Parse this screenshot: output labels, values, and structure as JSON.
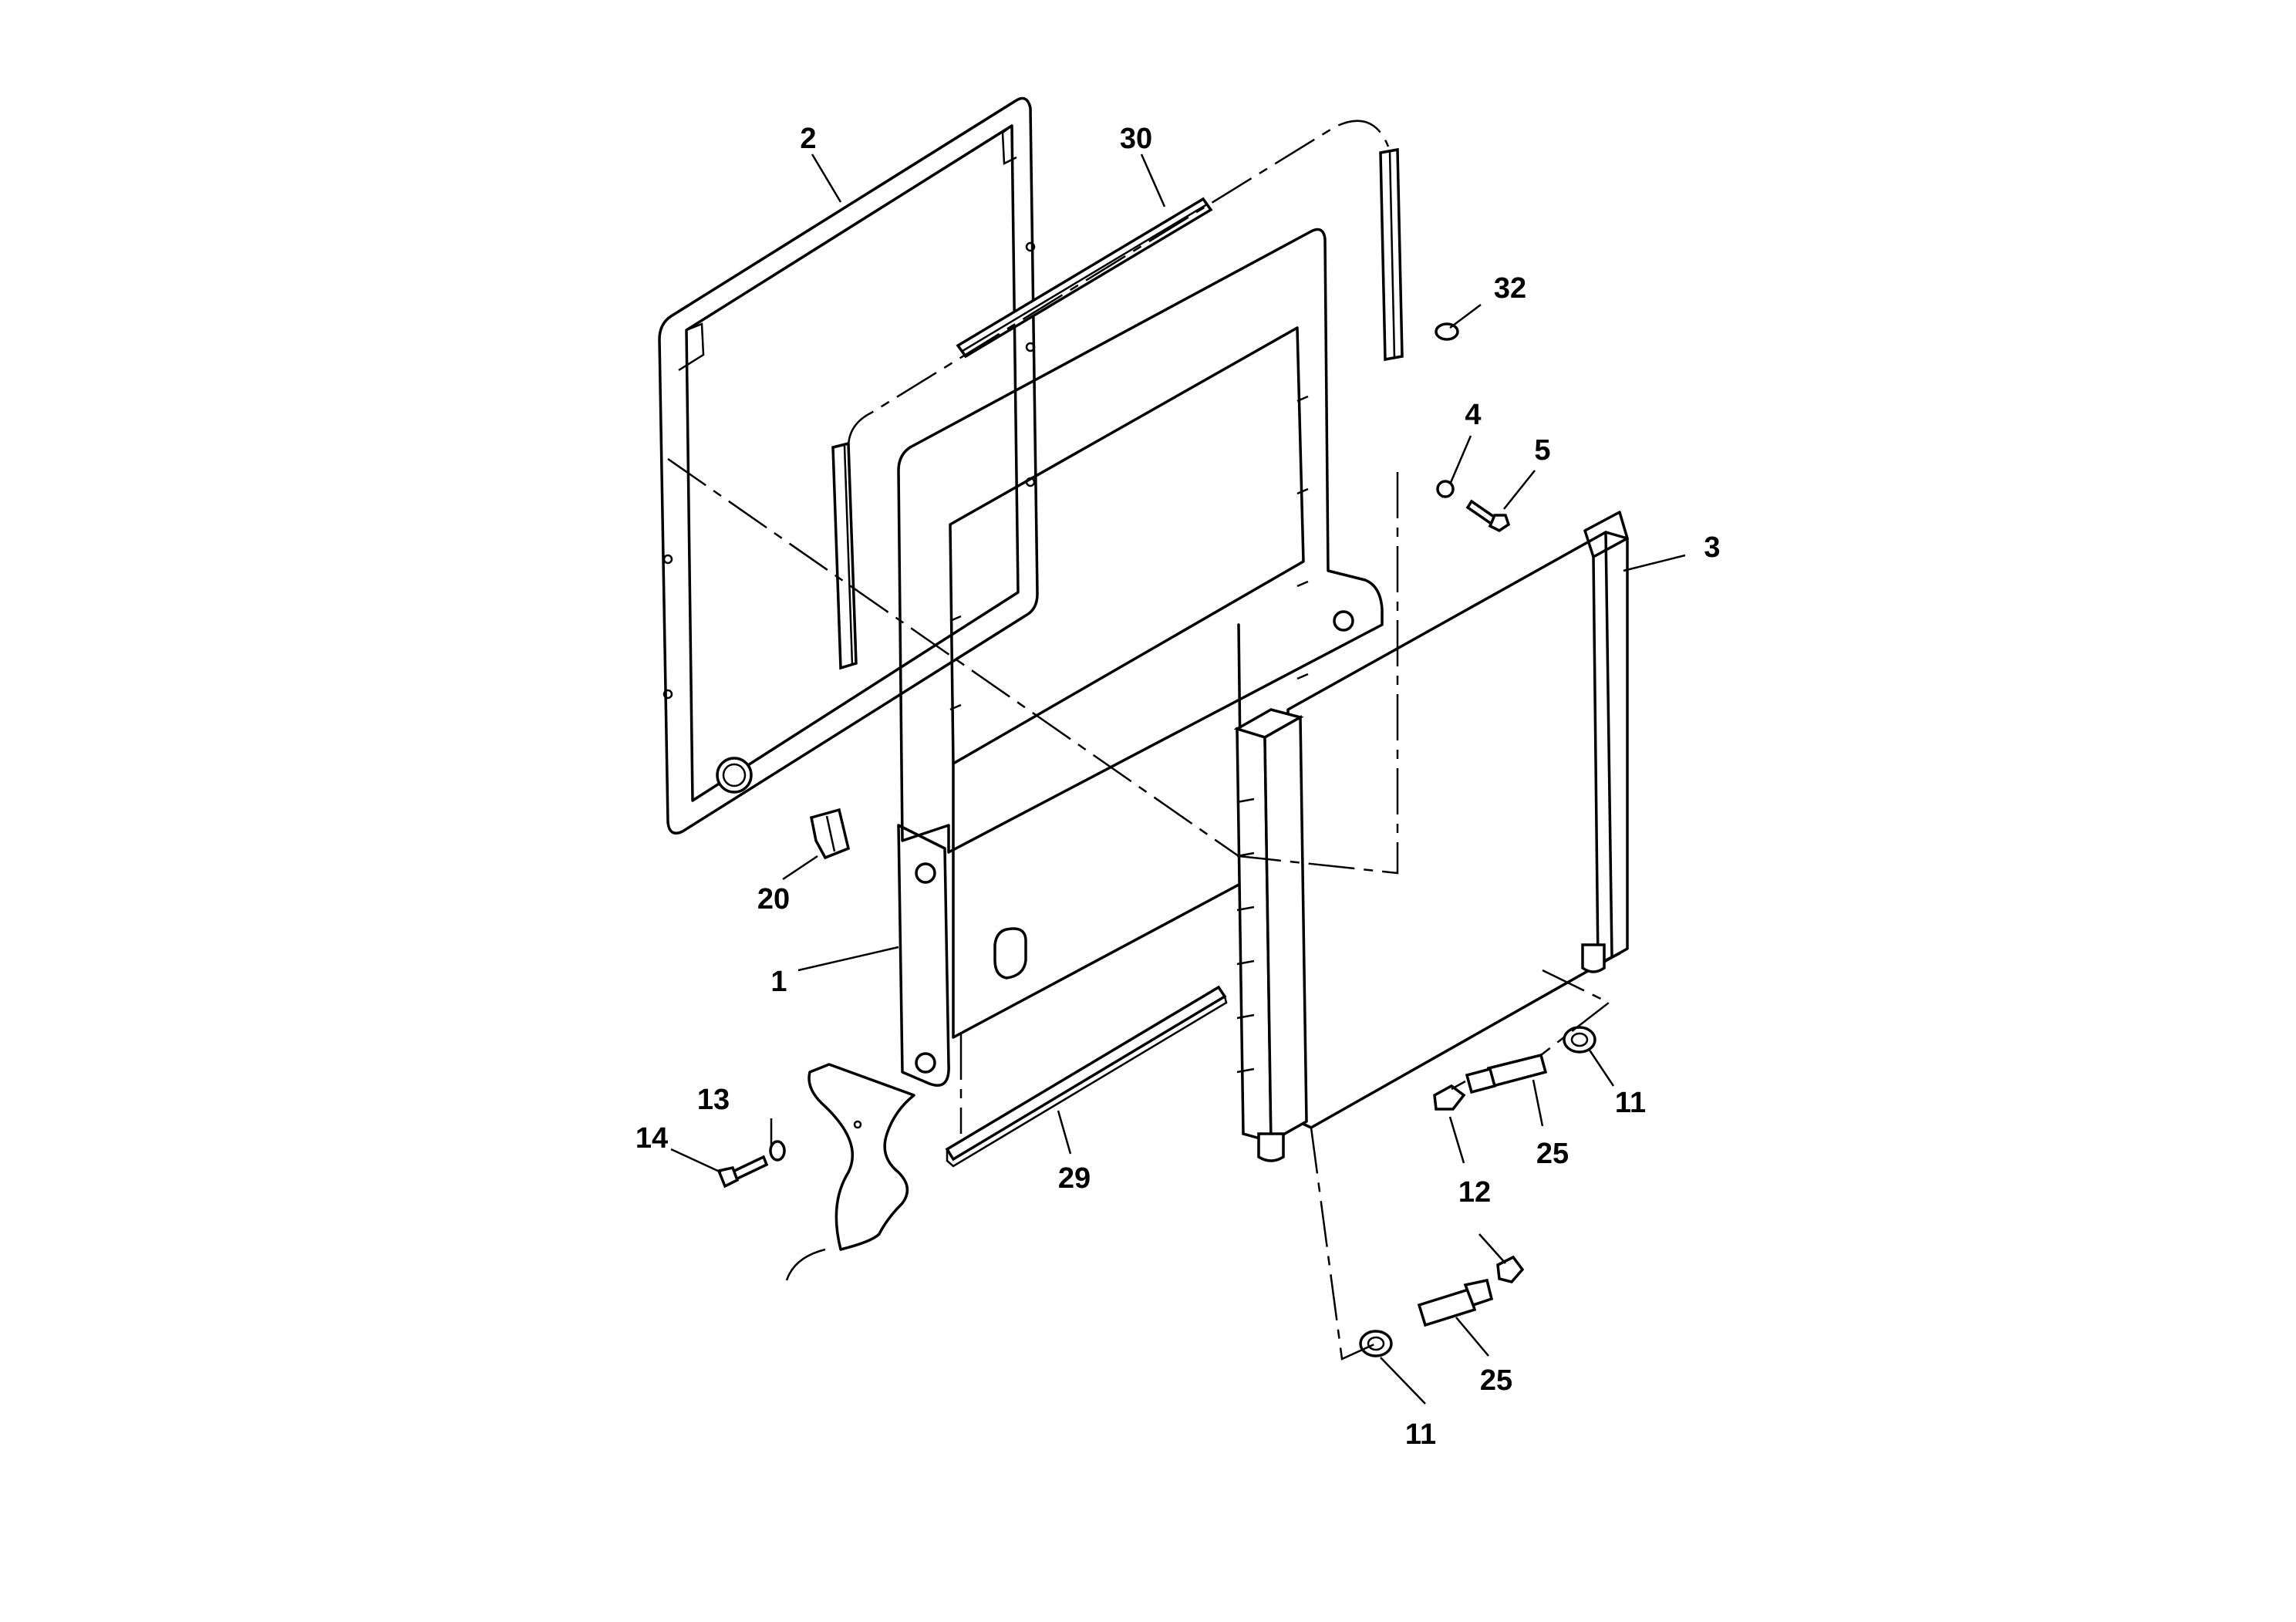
{
  "callouts": {
    "p1": "1",
    "p2": "2",
    "p3": "3",
    "p4": "4",
    "p5": "5",
    "p11a": "11",
    "p11b": "11",
    "p12": "12",
    "p13": "13",
    "p14": "14",
    "p20": "20",
    "p25a": "25",
    "p25b": "25",
    "p29": "29",
    "p30": "30",
    "p32": "32"
  }
}
